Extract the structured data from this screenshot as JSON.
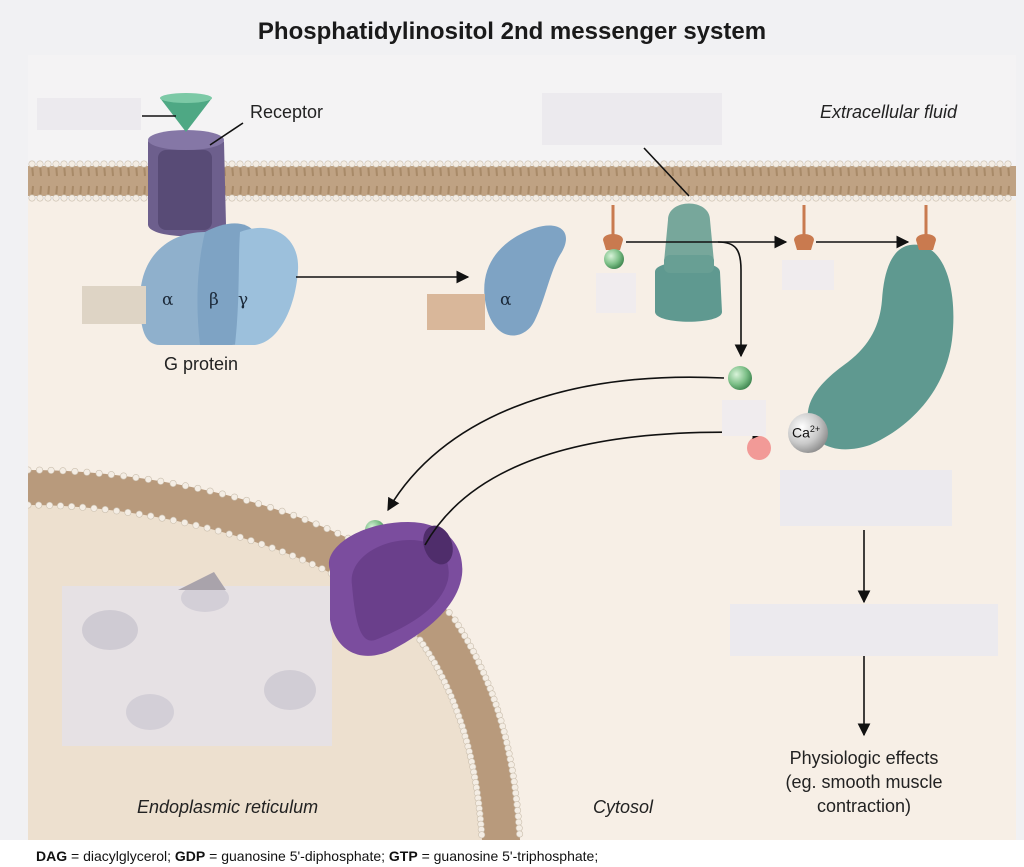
{
  "title": "Phosphatidylinositol 2nd messenger system",
  "labels": {
    "receptor": "Receptor",
    "extracellular_fluid": "Extracellular fluid",
    "g_protein": "G protein",
    "alpha": "α",
    "beta": "β",
    "gamma": "γ",
    "alpha_released": "α",
    "calcium": "Ca",
    "calcium_charge": "2+",
    "physiologic_effects": [
      "Physiologic effects",
      "(eg. smooth muscle",
      "contraction)"
    ],
    "endoplasmic_reticulum": "Endoplasmic reticulum",
    "cytosol": "Cytosol"
  },
  "footnote": {
    "dag_abbr": "DAG",
    "dag_def": " = diacylglycerol; ",
    "gdp_abbr": "GDP",
    "gdp_def": " = guanosine 5'-diphosphate; ",
    "gtp_abbr": "GTP",
    "gtp_def": " = guanosine 5'-triphosphate;"
  },
  "colors": {
    "background": "#f1f1f3",
    "cytosol": "#f7efe6",
    "er_lumen": "#ede0cf",
    "receptor_purple": "#6d5f8d",
    "g_protein_blue": "#8fb0cc",
    "enzyme_teal": "#5f9990",
    "ip3_green": "#7cbf87",
    "ca_channel_purple": "#7b4d9e",
    "lipid_head": "#f4ede4",
    "lipid_tail": "#a88a68",
    "highlight_dot": "#f29a97"
  }
}
